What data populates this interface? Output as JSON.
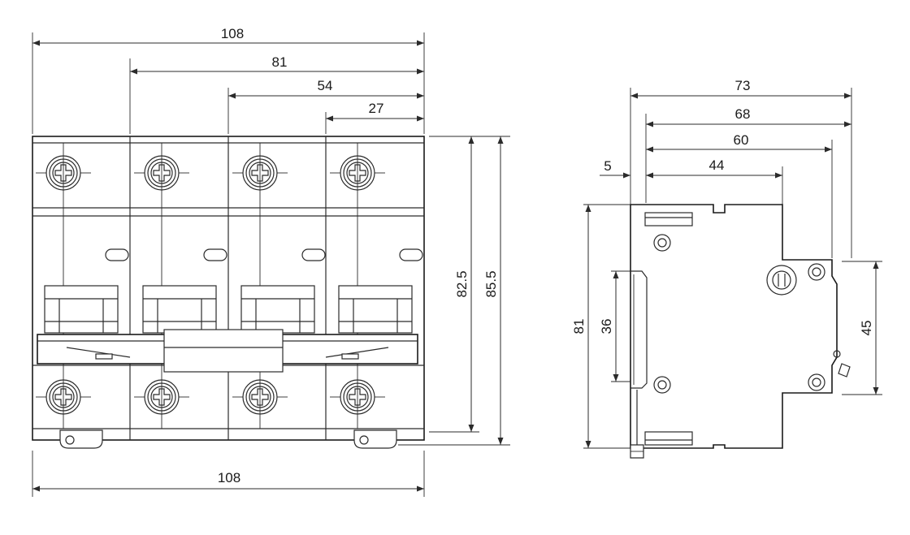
{
  "front_view": {
    "dims": {
      "overall_width_top": "108",
      "three_pole_width": "81",
      "two_pole_width": "54",
      "one_pole_width": "27",
      "overall_width_bottom": "108",
      "height_body": "82.5",
      "height_overall": "85.5"
    }
  },
  "side_view": {
    "dims": {
      "depth_overall": "73",
      "depth_68": "68",
      "depth_60": "60",
      "depth_44": "44",
      "offset_5": "5",
      "height_81": "81",
      "rail_36": "36",
      "front_45": "45"
    }
  },
  "colors": {
    "line": "#2b2b2b",
    "background": "#ffffff"
  }
}
